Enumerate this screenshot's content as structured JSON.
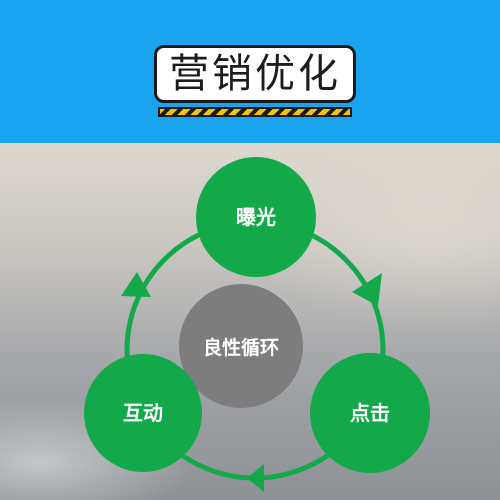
{
  "header": {
    "title": "营销优化"
  },
  "diagram": {
    "center_label": "良性循环",
    "nodes": [
      {
        "label": "曝光"
      },
      {
        "label": "点击"
      },
      {
        "label": "互动"
      }
    ],
    "colors": {
      "header_bg": "#1aa3ef",
      "node_green": "#13a94a",
      "center_gray": "#7d7d7d"
    }
  }
}
